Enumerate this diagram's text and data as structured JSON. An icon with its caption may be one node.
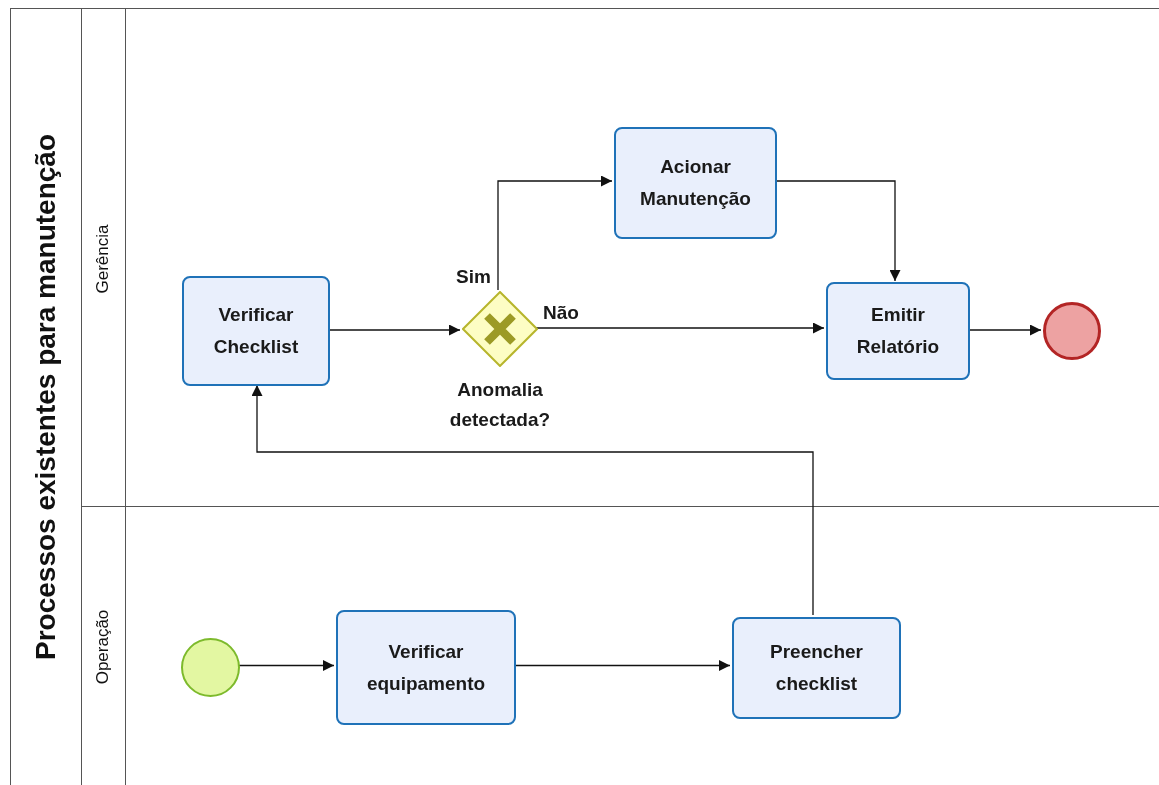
{
  "diagram": {
    "nodes": [
      {
        "text": [
          "Processos existentes para manutenção"
        ]
      },
      {
        "text": [
          "Gerência"
        ],
        "in": 0
      },
      {
        "text": [
          "Operação"
        ],
        "in": 0
      },
      {
        "text": [
          "Verificar Checklist"
        ],
        "in": 1
      },
      {
        "text": [
          "Anomalia detectada?"
        ],
        "in": 1
      },
      {
        "text": [
          "Acionar Manutenção"
        ],
        "in": 1
      },
      {
        "text": [
          "Emitir Relatório"
        ],
        "in": 1
      },
      {
        "text": [],
        "shape": "circle",
        "in": 1
      },
      {
        "text": [],
        "shape": "circle",
        "in": 2
      },
      {
        "text": [
          "Verificar equipamento"
        ],
        "in": 2
      },
      {
        "text": [
          "Preencher checklist"
        ],
        "in": 2
      }
    ],
    "edges": [
      {
        "from": 8,
        "to": 9,
        "arrow": "to"
      },
      {
        "from": 9,
        "to": 10,
        "arrow": "to"
      },
      {
        "from": 10,
        "to": 3,
        "arrow": "to"
      },
      {
        "from": 3,
        "to": 4,
        "arrow": "to"
      },
      {
        "from": 4,
        "to": 5,
        "arrow": "to",
        "label": "Sim"
      },
      {
        "from": 4,
        "to": 6,
        "arrow": "to",
        "label": "Não"
      },
      {
        "from": 5,
        "to": 6,
        "arrow": "to"
      },
      {
        "from": 6,
        "to": 7,
        "arrow": "to"
      }
    ]
  }
}
